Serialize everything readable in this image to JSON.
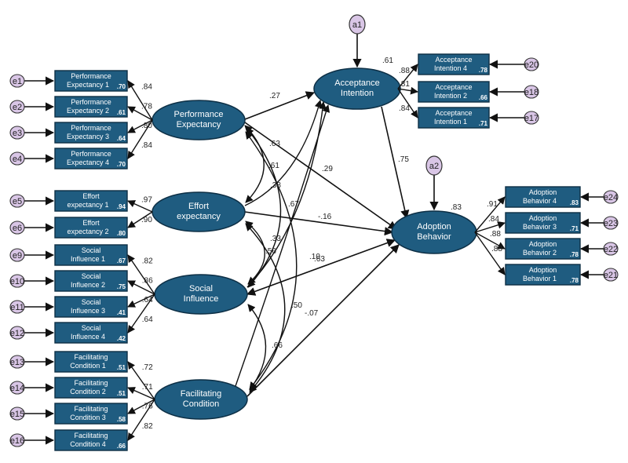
{
  "colors": {
    "node_fill": "#1f5c80",
    "node_stroke": "#0d2f45",
    "arrow": "#111111",
    "error_fill": "#d9c6e6"
  },
  "latents": {
    "pe": {
      "label1": "Performance",
      "label2": "Expectancy"
    },
    "ee": {
      "label1": "Effort",
      "label2": "expectancy"
    },
    "si": {
      "label1": "Social",
      "label2": "Influence"
    },
    "fc": {
      "label1": "Facilitating",
      "label2": "Condition"
    },
    "ai": {
      "label1": "Acceptance",
      "label2": "Intention"
    },
    "ab": {
      "label1": "Adoption",
      "label2": "Behavior"
    }
  },
  "disturbances": {
    "a1": "a1",
    "a2": "a2"
  },
  "r2_latent": {
    "ai": ".61",
    "ab": ".83"
  },
  "indicators_left": [
    {
      "l1": "Performance",
      "l2": "Expectancy 1",
      "r2": ".70",
      "err": "e1",
      "load": ".84"
    },
    {
      "l1": "Performance",
      "l2": "Expectancy 2",
      "r2": ".61",
      "err": "e2",
      "load": ".78"
    },
    {
      "l1": "Performance",
      "l2": "Expectancy 3",
      "r2": ".64",
      "err": "e3",
      "load": ".80"
    },
    {
      "l1": "Performance",
      "l2": "Expectancy 4",
      "r2": ".70",
      "err": "e4",
      "load": ".84"
    },
    {
      "l1": "Effort",
      "l2": "expectancy 1",
      "r2": ".94",
      "err": "e5",
      "load": ".97"
    },
    {
      "l1": "Effort",
      "l2": "expectancy 2",
      "r2": ".80",
      "err": "e6",
      "load": ".90"
    },
    {
      "l1": "Social",
      "l2": "Influence 1",
      "r2": ".67",
      "err": "e9",
      "load": ".82"
    },
    {
      "l1": "Social",
      "l2": "Influence 2",
      "r2": ".75",
      "err": "e10",
      "load": ".86"
    },
    {
      "l1": "Social",
      "l2": "Influence 3",
      "r2": ".41",
      "err": "e11",
      "load": ".64"
    },
    {
      "l1": "Social",
      "l2": "Influence 4",
      "r2": ".42",
      "err": "e12",
      "load": ".64"
    },
    {
      "l1": "Facilitating",
      "l2": "Condition 1",
      "r2": ".51",
      "err": "e13",
      "load": ".72"
    },
    {
      "l1": "Facilitating",
      "l2": "Condition 2",
      "r2": ".51",
      "err": "e14",
      "load": ".71"
    },
    {
      "l1": "Facilitating",
      "l2": "Condition 3",
      "r2": ".58",
      "err": "e15",
      "load": ".76"
    },
    {
      "l1": "Facilitating",
      "l2": "Condition 4",
      "r2": ".66",
      "err": "e16",
      "load": ".82"
    }
  ],
  "indicators_ai": [
    {
      "l1": "Acceptance",
      "l2": "Intention 4",
      "r2": ".78",
      "err": "e20",
      "load": ".88"
    },
    {
      "l1": "Acceptance",
      "l2": "Intention 2",
      "r2": ".66",
      "err": "e18",
      "load": ".81"
    },
    {
      "l1": "Acceptance",
      "l2": "Intention 1",
      "r2": ".71",
      "err": "e17",
      "load": ".84"
    }
  ],
  "indicators_ab": [
    {
      "l1": "Adoption",
      "l2": "Behavior 4",
      "r2": ".83",
      "err": "e24",
      "load": ".91"
    },
    {
      "l1": "Adoption",
      "l2": "Behavior 3",
      "r2": ".71",
      "err": "e23",
      "load": ".84"
    },
    {
      "l1": "Adoption",
      "l2": "Behavior 2",
      "r2": ".78",
      "err": "e22",
      "load": ".88"
    },
    {
      "l1": "Adoption",
      "l2": "Behavior 1",
      "r2": ".78",
      "err": "e21",
      "load": ".88"
    }
  ],
  "paths": {
    "pe_ai": ".27",
    "pe_ab": ".29",
    "ee_ab": "-.16",
    "si_ab": ".10",
    "fc_ab": "-.07",
    "ai_ab": ".75"
  },
  "covariances": {
    "pe_ee": ".63",
    "pe_si": ".38",
    "pe_fc": ".33",
    "ee_si": ".67",
    "ee_fc": ".56",
    "si_fc": ".50",
    "ee_ai": ".61",
    "si_ai": ".63",
    "fc_ai": ".66"
  }
}
